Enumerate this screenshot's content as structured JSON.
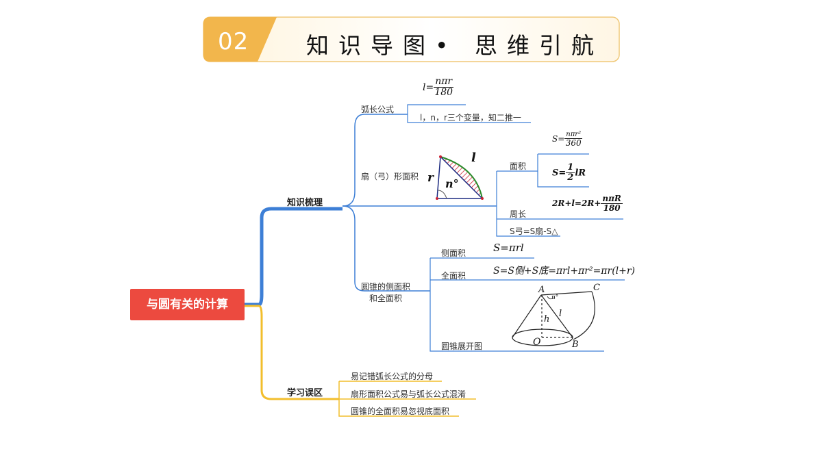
{
  "header": {
    "number": "02",
    "title": "知识导图• 思维引航"
  },
  "root": {
    "label": "与圆有关的计算"
  },
  "branches": {
    "knowledge": {
      "label": "知识梳理",
      "arc_length": {
        "label": "弧长公式",
        "formula": {
          "lhs": "l=",
          "numerator": "nπr",
          "denominator": "180"
        },
        "note": "l，n，r三个变量，知二推一"
      },
      "sector": {
        "label": "扇（弓）形面积",
        "figure_labels": {
          "l": "l",
          "r": "r",
          "n": "n°"
        },
        "area": {
          "label": "面积",
          "formula1": {
            "lhs": "S=",
            "numerator": "nπr²",
            "denominator": "360"
          },
          "formula2": {
            "lhs": "S=",
            "numerator": "1",
            "denominator": "2",
            "rest": "lR"
          }
        },
        "perimeter": {
          "label": "周长",
          "formula": {
            "lhs": "2R+l=2R+",
            "numerator": "nπR",
            "denominator": "180"
          }
        },
        "segment": {
          "label": "S弓=S扇-S△"
        }
      },
      "cone": {
        "label_line1": "圆锥的侧面积",
        "label_line2": "和全面积",
        "lateral": {
          "label": "侧面积",
          "formula": "S=πrl"
        },
        "total": {
          "label": "全面积",
          "formula": "S=S侧+S底=πrl+πr²=πr(l+r)"
        },
        "net": {
          "label": "圆锥展开图",
          "points": {
            "A": "A",
            "B": "B",
            "C": "C",
            "O": "O",
            "h": "h",
            "l": "l",
            "n": "n°"
          }
        }
      }
    },
    "mistakes": {
      "label": "学习误区",
      "items": [
        "易记错弧长公式的分母",
        "扇形面积公式易与弧长公式混淆",
        "圆锥的全面积易忽视底面积"
      ]
    }
  },
  "colors": {
    "banner_orange": "#f2b64c",
    "root_red": "#ec4a3f",
    "blue": "#3d7fd6",
    "yellow": "#f2be2c"
  }
}
